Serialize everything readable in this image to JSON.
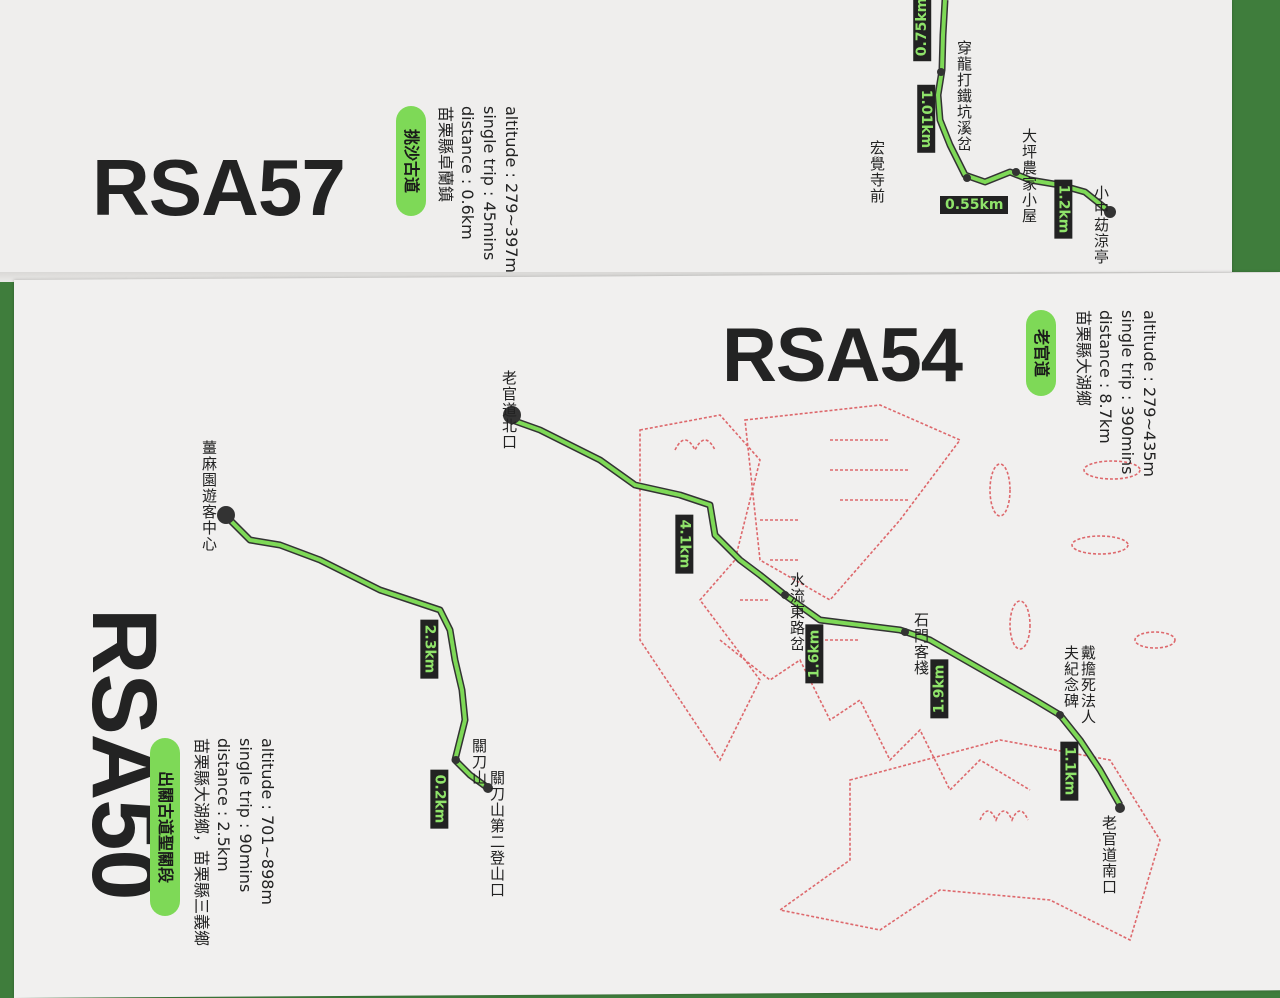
{
  "routes": {
    "rsa57": {
      "code": "RSA57",
      "name": "挑沙古道",
      "location": "苗栗縣卓蘭鎮",
      "distance": "distance : 0.6km",
      "trip": "single trip : 45mins",
      "altitude": "altitude : 279~397m",
      "segments": [
        "0.75km",
        "1.01km",
        "0.55km",
        "1.2km"
      ],
      "places": [
        "穿龍打鐵坑溪岔",
        "宏覺寺前",
        "大坪農家小屋",
        "小中苭涼亭"
      ]
    },
    "rsa54": {
      "code": "RSA54",
      "name": "老官道",
      "location": "苗栗縣大湖鄉",
      "distance": "distance : 8.7km",
      "trip": "single trip : 390mins",
      "altitude": "altitude : 279~435m",
      "segments": [
        "4.1km",
        "1.6km",
        "1.9km",
        "1.1km"
      ],
      "places": [
        "老官道北口",
        "水流東路岔",
        "石門客棧",
        "戴擔死法人夫紀念碑",
        "老官道南口"
      ]
    },
    "rsa50": {
      "code": "RSA50",
      "name": "出關古道聖關段",
      "location": "苗栗縣大湖鄉，苗栗縣三義鄉",
      "distance": "distance : 2.5km",
      "trip": "single trip : 90mins",
      "altitude": "altitude : 701~898m",
      "segments": [
        "2.3km",
        "0.2km"
      ],
      "places": [
        "薑麻園遊客中心",
        "關刀山",
        "關刀山第二登山口"
      ]
    }
  },
  "colors": {
    "route_green": "#7ed957",
    "route_outline": "#333333",
    "stamp_red": "#d9474c",
    "paper": "#f1f0ef",
    "background": "#3f7d3c"
  }
}
